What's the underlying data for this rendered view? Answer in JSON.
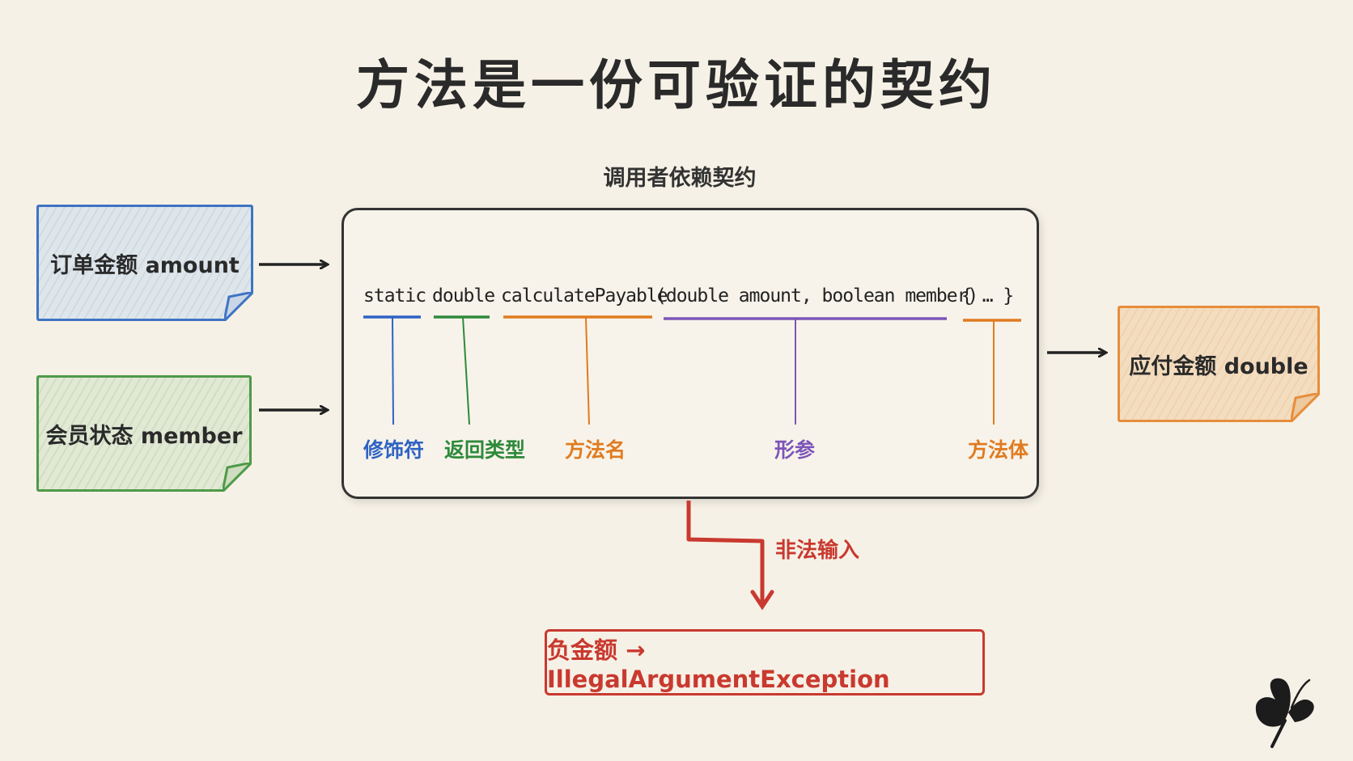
{
  "title": "方法是一份可验证的契约",
  "caption": "调用者依赖契约",
  "inputs": [
    {
      "label": "订单金额 amount",
      "color": "#3f74c4"
    },
    {
      "label": "会员状态 member",
      "color": "#4e9a48"
    }
  ],
  "output": {
    "label": "应付金额 double",
    "color": "#e78d3c"
  },
  "signature": {
    "modifier": "static",
    "return_type": "double",
    "method_name": "calculatePayable",
    "params": "(double amount, boolean member)",
    "body": "{ … }"
  },
  "parts": {
    "modifier": {
      "label": "修饰符",
      "color": "#2f62c4"
    },
    "return_type": {
      "label": "返回类型",
      "color": "#2e8a3a"
    },
    "method_name": {
      "label": "方法名",
      "color": "#e07b1f"
    },
    "params": {
      "label": "形参",
      "color": "#7d55b8"
    },
    "body": {
      "label": "方法体",
      "color": "#e07b1f"
    }
  },
  "illegal_input": {
    "label": "非法输入",
    "color": "#c9392f"
  },
  "error": {
    "text": "负金额 → IllegalArgumentException",
    "color": "#c9392f"
  },
  "logo_icon": "butterfly-icon"
}
